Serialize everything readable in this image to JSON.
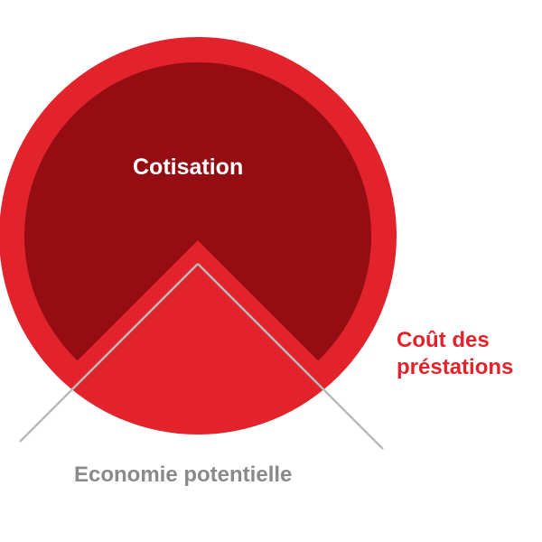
{
  "diagram": {
    "labels": {
      "cotisation": "Cotisation",
      "cout_line1": "Coût des",
      "cout_line2": "préstations",
      "economie": "Economie potentielle"
    },
    "colors": {
      "outer_red": "#e3232b",
      "dark_red": "#930d13",
      "line_gray": "#b9b9b9",
      "economie_text": "#8a8a8a",
      "cout_text": "#e3232b",
      "cotisation_text": "#ffffff"
    }
  }
}
